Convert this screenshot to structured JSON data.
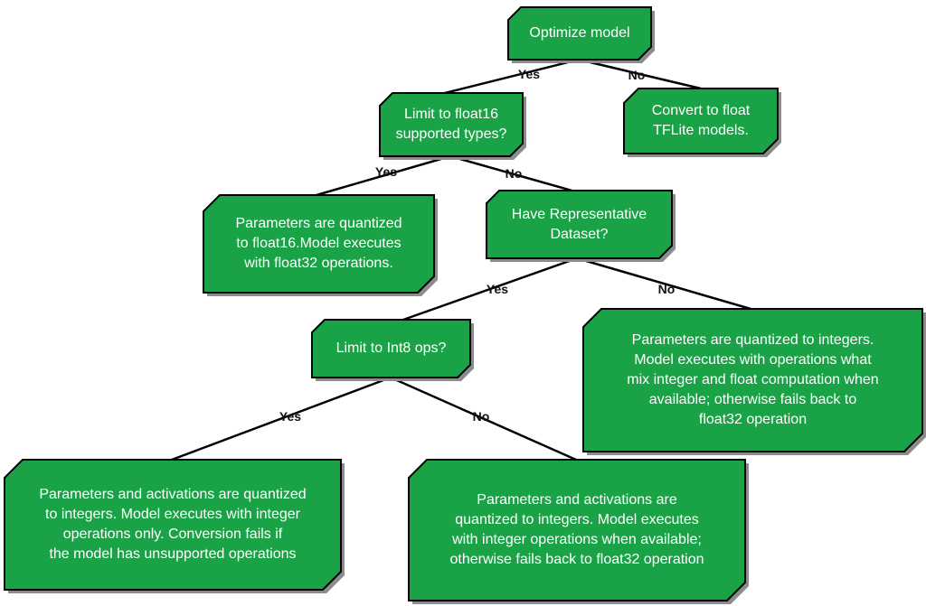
{
  "colors": {
    "node_fill": "#1aa346",
    "node_stroke": "#000000",
    "node_shadow": "#8c8c8c",
    "text": "#ffffff",
    "edge": "#000000"
  },
  "nodes": {
    "optimize": {
      "text": "Optimize model"
    },
    "convert_float": {
      "text": "Convert to float\nTFLite models."
    },
    "limit_float16": {
      "text": "Limit to float16\nsupported types?"
    },
    "float16_result": {
      "text": "Parameters are quantized\nto float16.Model executes\nwith float32 operations."
    },
    "representative": {
      "text": "Have Representative\nDataset?"
    },
    "dynamic_result": {
      "text": "Parameters are quantized to integers.\nModel executes  with operations what\nmix integer and float computation when\navailable; otherwise fails back to\nfloat32 operation"
    },
    "limit_int8": {
      "text": "Limit to Int8 ops?"
    },
    "int8_only_result": {
      "text": "Parameters and activations are quantized\nto integers. Model executes with integer\noperations only. Conversion fails if\nthe model has unsupported operations"
    },
    "int8_fallback_result": {
      "text": "Parameters and activations are\nquantized to integers. Model executes\nwith integer operations when available;\notherwise fails back to float32 operation"
    }
  },
  "edges": {
    "optimize_yes": "Yes",
    "optimize_no": "No",
    "float16_yes": "Yes",
    "float16_no": "No",
    "rep_yes": "Yes",
    "rep_no": "No",
    "int8_yes": "Yes",
    "int8_no": "No"
  }
}
